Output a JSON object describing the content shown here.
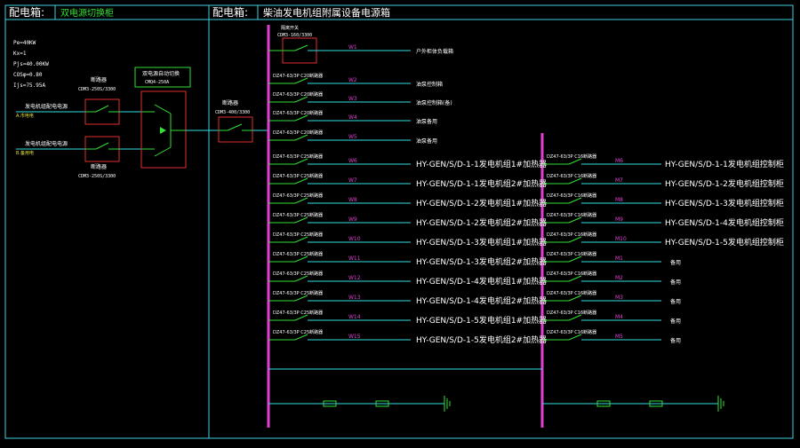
{
  "colors": {
    "frame": "#3fd0e0",
    "bus": "#e040d0",
    "wire": "#33e0e0",
    "breaker": "#33e033",
    "red_box": "#e03030",
    "label_white": "#ffffff",
    "label_green": "#33e033",
    "label_yellow": "#e0e040",
    "code_magenta": "#e040d0"
  },
  "left_panel": {
    "header_label": "配电箱:",
    "header_name": "双电源切换柜",
    "params": [
      "Pe=40KW",
      "Kx=1",
      "Pjs=40.00KW",
      "COSφ=0.80",
      "Ijs=75.95A"
    ],
    "breaker_top_title": "断路器",
    "breaker_top_model": "CDM3-250S/3300",
    "breaker_bottom_title": "断路器",
    "breaker_bottom_model": "CDM3-250S/3300",
    "ats_title": "双电源自动切换",
    "ats_model": "CMQ4-250A",
    "source_main_label": "发电机组配电电源",
    "source_main_sub": "A.市电电",
    "source_backup_label": "发电机组配电电源",
    "source_backup_sub": "B.备用电",
    "out_breaker_title": "断路器",
    "out_breaker_model": "CDM3-400/3300"
  },
  "right_panel": {
    "header_label": "配电箱:",
    "header_name": "柴油发电机组附属设备电源箱",
    "main_breaker_title": "隔离开关",
    "main_breaker_model": "CDM3-160/3300",
    "left_circuits": [
      {
        "breaker": "",
        "code": "W1",
        "load": "户外柜体负载箱"
      },
      {
        "breaker": "DZ47-63/3P C20断路器",
        "code": "W2",
        "load": "油泵控制箱"
      },
      {
        "breaker": "DZ47-63/3P C20断路器",
        "code": "W3",
        "load": "油泵控制箱(备)"
      },
      {
        "breaker": "DZ47-63/3P C20断路器",
        "code": "W4",
        "load": "油泵备用"
      },
      {
        "breaker": "DZ47-63/3P C20断路器",
        "code": "W5",
        "load": "油泵备用"
      },
      {
        "breaker": "DZ47-63/3P C25断路器",
        "code": "W6",
        "load": "HY-GEN/S/D-1-1发电机组1#加热器"
      },
      {
        "breaker": "DZ47-63/3P C25断路器",
        "code": "W7",
        "load": "HY-GEN/S/D-1-1发电机组2#加热器"
      },
      {
        "breaker": "DZ47-63/3P C25断路器",
        "code": "W8",
        "load": "HY-GEN/S/D-1-2发电机组1#加热器"
      },
      {
        "breaker": "DZ47-63/3P C25断路器",
        "code": "W9",
        "load": "HY-GEN/S/D-1-2发电机组2#加热器"
      },
      {
        "breaker": "DZ47-63/3P C25断路器",
        "code": "W10",
        "load": "HY-GEN/S/D-1-3发电机组1#加热器"
      },
      {
        "breaker": "DZ47-63/3P C25断路器",
        "code": "W11",
        "load": "HY-GEN/S/D-1-3发电机组2#加热器"
      },
      {
        "breaker": "DZ47-63/3P C25断路器",
        "code": "W12",
        "load": "HY-GEN/S/D-1-4发电机组1#加热器"
      },
      {
        "breaker": "DZ47-63/3P C25断路器",
        "code": "W13",
        "load": "HY-GEN/S/D-1-4发电机组2#加热器"
      },
      {
        "breaker": "DZ47-63/3P C25断路器",
        "code": "W14",
        "load": "HY-GEN/S/D-1-5发电机组1#加热器"
      },
      {
        "breaker": "DZ47-63/3P C25断路器",
        "code": "W15",
        "load": "HY-GEN/S/D-1-5发电机组2#加热器"
      }
    ],
    "right_circuits": [
      {
        "breaker": "DZ47-63/3P C16断路器",
        "code": "M6",
        "load": "HY-GEN/S/D-1-1发电机组控制柜"
      },
      {
        "breaker": "DZ47-63/3P C16断路器",
        "code": "M7",
        "load": "HY-GEN/S/D-1-2发电机组控制柜"
      },
      {
        "breaker": "DZ47-63/3P C16断路器",
        "code": "M8",
        "load": "HY-GEN/S/D-1-3发电机组控制柜"
      },
      {
        "breaker": "DZ47-63/3P C16断路器",
        "code": "M9",
        "load": "HY-GEN/S/D-1-4发电机组控制柜"
      },
      {
        "breaker": "DZ47-63/3P C16断路器",
        "code": "M10",
        "load": "HY-GEN/S/D-1-5发电机组控制柜"
      },
      {
        "breaker": "DZ47-63/3P C16断路器",
        "code": "M1",
        "load": "备用"
      },
      {
        "breaker": "DZ47-63/3P C16断路器",
        "code": "M2",
        "load": "备用"
      },
      {
        "breaker": "DZ47-63/3P C16断路器",
        "code": "M3",
        "load": "备用"
      },
      {
        "breaker": "DZ47-63/3P C16断路器",
        "code": "M4",
        "load": "备用"
      },
      {
        "breaker": "DZ47-63/3P C16断路器",
        "code": "M5",
        "load": "备用"
      }
    ]
  }
}
